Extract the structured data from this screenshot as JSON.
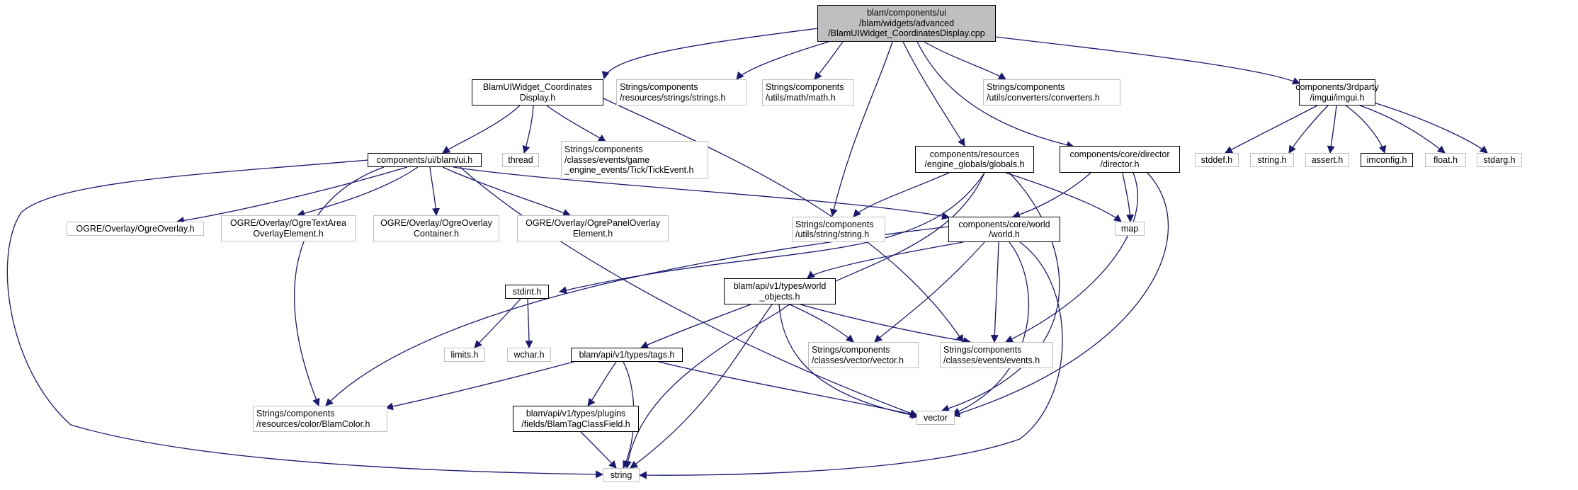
{
  "graph": {
    "edge_color": "#191970",
    "root_fill": "#bfbfbf",
    "documented_border": "#000000",
    "undocumented_border": "#bfbfbf",
    "nodes": {
      "root": [
        "blam/components/ui",
        "/blam/widgets/advanced",
        "/BlamUIWidget_CoordinatesDisplay.cpp"
      ],
      "blam_ui_widget_h": [
        "BlamUIWidget_Coordinates",
        "Display.h"
      ],
      "strings_h": [
        "Strings/components",
        "/resources/strings/strings.h"
      ],
      "math_h": [
        "Strings/components",
        "/utils/math/math.h"
      ],
      "converters_h": [
        "Strings/components",
        "/utils/converters/converters.h"
      ],
      "imgui_h": [
        "components/3rdparty",
        "/imgui/imgui.h"
      ],
      "ui_h": [
        "components/ui/blam/ui.h"
      ],
      "thread": [
        "thread"
      ],
      "tick_event_h": [
        "Strings/components",
        "/classes/events/game",
        "_engine_events/Tick/TickEvent.h"
      ],
      "globals_h": [
        "components/resources",
        "/engine_globals/globals.h"
      ],
      "director_h": [
        "components/core/director",
        "/director.h"
      ],
      "stddef_h": [
        "stddef.h"
      ],
      "string_h": [
        "string.h"
      ],
      "assert_h": [
        "assert.h"
      ],
      "imconfig_h": [
        "imconfig.h"
      ],
      "float_h": [
        "float.h"
      ],
      "stdarg_h": [
        "stdarg.h"
      ],
      "ogre_overlay_h": [
        "OGRE/Overlay/OgreOverlay.h"
      ],
      "ogre_text_area_h": [
        "OGRE/Overlay/OgreTextArea",
        "OverlayElement.h"
      ],
      "ogre_overlay_container_h": [
        "OGRE/Overlay/OgreOverlay",
        "Container.h"
      ],
      "ogre_panel_overlay_h": [
        "OGRE/Overlay/OgrePanelOverlay",
        "Element.h"
      ],
      "utils_string_h": [
        "Strings/components",
        "/utils/string/string.h"
      ],
      "world_h": [
        "components/core/world",
        "/world.h"
      ],
      "map": [
        "map"
      ],
      "stdint_h": [
        "stdint.h"
      ],
      "world_objects_h": [
        "blam/api/v1/types/world",
        "_objects.h"
      ],
      "limits_h": [
        "limits.h"
      ],
      "wchar_h": [
        "wchar.h"
      ],
      "tags_h": [
        "blam/api/v1/types/tags.h"
      ],
      "vector_h": [
        "Strings/components",
        "/classes/vector/vector.h"
      ],
      "events_h": [
        "Strings/components",
        "/classes/events/events.h"
      ],
      "blam_color_h": [
        "Strings/components",
        "/resources/color/BlamColor.h"
      ],
      "blam_tag_class_field_h": [
        "blam/api/v1/types/plugins",
        "/fields/BlamTagClassField.h"
      ],
      "vector": [
        "vector"
      ],
      "string": [
        "string"
      ]
    }
  }
}
